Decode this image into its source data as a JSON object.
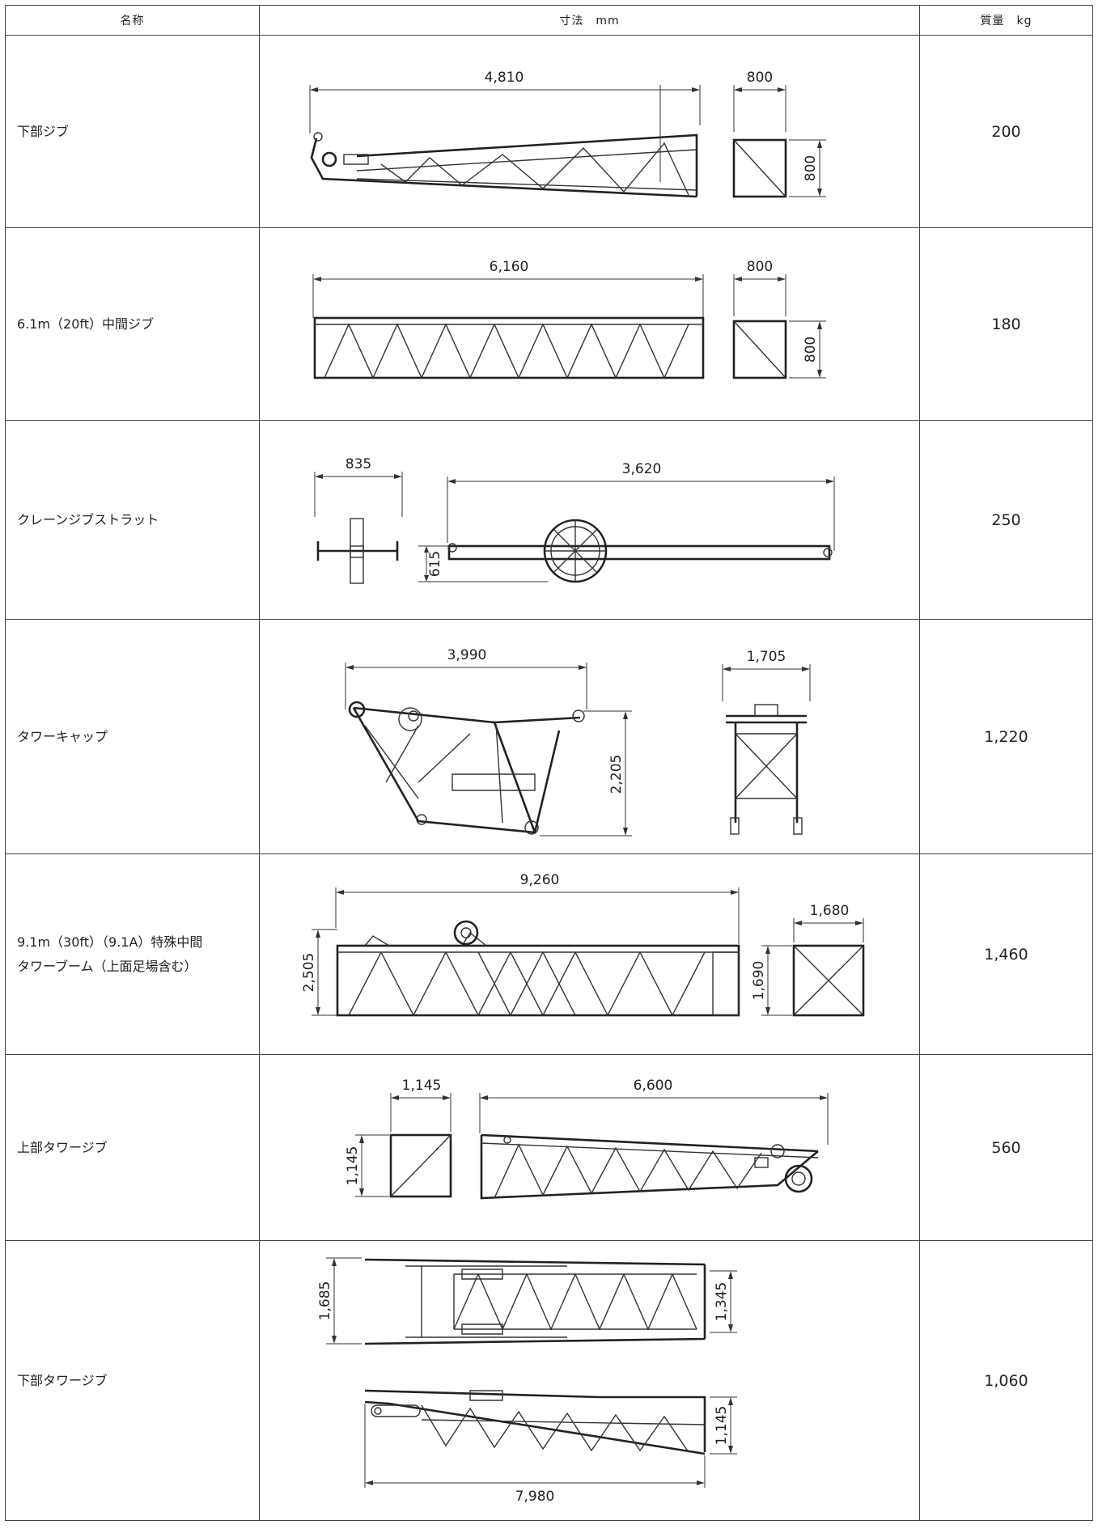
{
  "header": {
    "name": "名称",
    "dimensions": "寸法　mm",
    "mass": "質量　kg"
  },
  "rows": [
    {
      "name": "下部ジブ",
      "mass": "200",
      "dims": [
        "4,810",
        "800",
        "800"
      ]
    },
    {
      "name": "6.1m（20ft）中間ジブ",
      "mass": "180",
      "dims": [
        "6,160",
        "800",
        "800"
      ]
    },
    {
      "name": "クレーンジブストラット",
      "mass": "250",
      "dims": [
        "835",
        "3,620",
        "615"
      ]
    },
    {
      "name": "タワーキャップ",
      "mass": "1,220",
      "dims": [
        "3,990",
        "2,205",
        "1,705"
      ]
    },
    {
      "name_lines": [
        "9.1m（30ft）（9.1A）特殊中間",
        "タワーブーム（上面足場含む）"
      ],
      "mass": "1,460",
      "dims": [
        "9,260",
        "2,505",
        "1,680",
        "1,690"
      ]
    },
    {
      "name": "上部タワージブ",
      "mass": "560",
      "dims": [
        "1,145",
        "1,145",
        "6,600"
      ]
    },
    {
      "name": "下部タワージブ",
      "mass": "1,060",
      "dims": [
        "1,685",
        "1,345",
        "1,145",
        "7,980"
      ]
    }
  ]
}
